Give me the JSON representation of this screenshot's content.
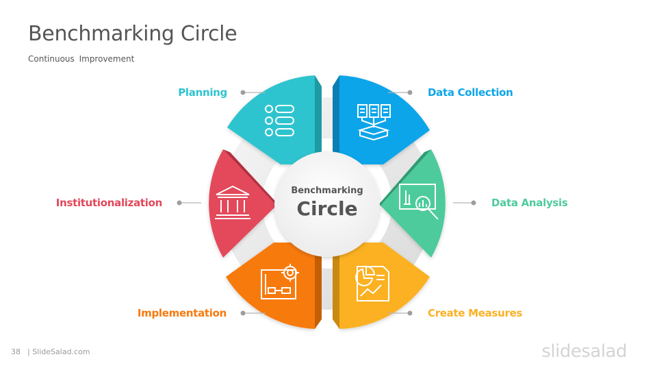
{
  "slide": {
    "title": "Benchmarking Circle",
    "subtitle": "Continuous  Improvement",
    "page_number": "38",
    "footer_text": "| SlideSalad.com",
    "logo": "slidesalad"
  },
  "center": {
    "line1": "Benchmarking",
    "line2": "Circle"
  },
  "segments": [
    {
      "label": "Planning",
      "color": "#2ec4cf",
      "icon": "list-icon"
    },
    {
      "label": "Data Collection",
      "color": "#0ea5e9",
      "icon": "documents-database-icon"
    },
    {
      "label": "Data Analysis",
      "color": "#4ecb9c",
      "icon": "chart-magnifier-icon"
    },
    {
      "label": "Create Measures",
      "color": "#fbb124",
      "icon": "report-pie-chart-icon"
    },
    {
      "label": "Implementation",
      "color": "#f77a0e",
      "icon": "blueprint-gear-icon"
    },
    {
      "label": "Institutionalization",
      "color": "#e3485a",
      "icon": "bank-building-icon"
    }
  ]
}
